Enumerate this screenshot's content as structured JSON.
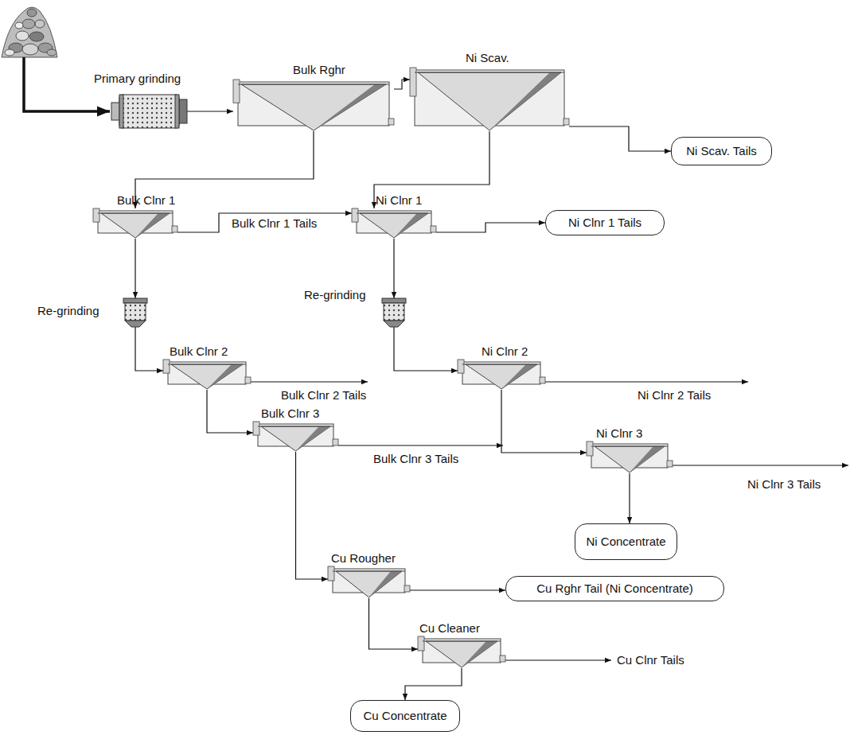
{
  "diagram": {
    "nodes": [
      {
        "text": [
          "Primary grinding"
        ]
      },
      {
        "text": [
          "Bulk Rghr"
        ]
      },
      {
        "text": [
          "Ni Scav."
        ]
      },
      {
        "text": [
          "Ni Scav. Tails"
        ]
      },
      {
        "text": [
          "Bulk Clnr 1"
        ]
      },
      {
        "text": [
          "Ni Clnr 1"
        ]
      },
      {
        "text": [
          "Ni Clnr 1 Tails"
        ]
      },
      {
        "text": [
          "Re-grinding"
        ]
      },
      {
        "text": [
          "Re-grinding"
        ]
      },
      {
        "text": [
          "Bulk Clnr 2"
        ]
      },
      {
        "text": [
          "Ni Clnr 2"
        ]
      },
      {
        "text": [
          "Bulk Clnr 3"
        ]
      },
      {
        "text": [
          "Ni Clnr 3"
        ]
      },
      {
        "text": [
          "Ni Concentrate"
        ]
      },
      {
        "text": [
          "Cu Rougher"
        ]
      },
      {
        "text": [
          "Cu Rghr Tail (Ni Concentrate)"
        ]
      },
      {
        "text": [
          "Cu Cleaner"
        ]
      },
      {
        "text": [
          "Cu Concentrate"
        ]
      }
    ],
    "edges": [
      {
        "from": 0,
        "to": 1,
        "arrow": "to"
      },
      {
        "from": 1,
        "to": 2,
        "arrow": "to"
      },
      {
        "from": 2,
        "to": 3,
        "arrow": "to"
      },
      {
        "from": 1,
        "to": 4,
        "arrow": "to"
      },
      {
        "from": 2,
        "to": 5,
        "arrow": "to"
      },
      {
        "from": 4,
        "to": 5,
        "label": "Bulk Clnr 1 Tails",
        "arrow": "to"
      },
      {
        "from": 5,
        "to": 6,
        "arrow": "to"
      },
      {
        "from": 4,
        "to": 7,
        "arrow": "to"
      },
      {
        "from": 5,
        "to": 8,
        "arrow": "to"
      },
      {
        "from": 7,
        "to": 9,
        "arrow": "to"
      },
      {
        "from": 8,
        "to": 10,
        "arrow": "to"
      },
      {
        "from": 9,
        "to": 11,
        "arrow": "to"
      },
      {
        "from": 10,
        "to": 12,
        "arrow": "to"
      },
      {
        "from": 12,
        "to": 13,
        "arrow": "to"
      },
      {
        "from": 11,
        "to": 14,
        "arrow": "to"
      },
      {
        "from": 14,
        "to": 15,
        "arrow": "to"
      },
      {
        "from": 14,
        "to": 16,
        "arrow": "to"
      },
      {
        "from": 16,
        "to": 17,
        "arrow": "to"
      }
    ],
    "labels": [
      "Bulk Clnr 2 Tails",
      "Bulk Clnr 3 Tails",
      "Ni Clnr 2 Tails",
      "Ni Clnr 3 Tails",
      "Cu Clnr Tails"
    ]
  }
}
